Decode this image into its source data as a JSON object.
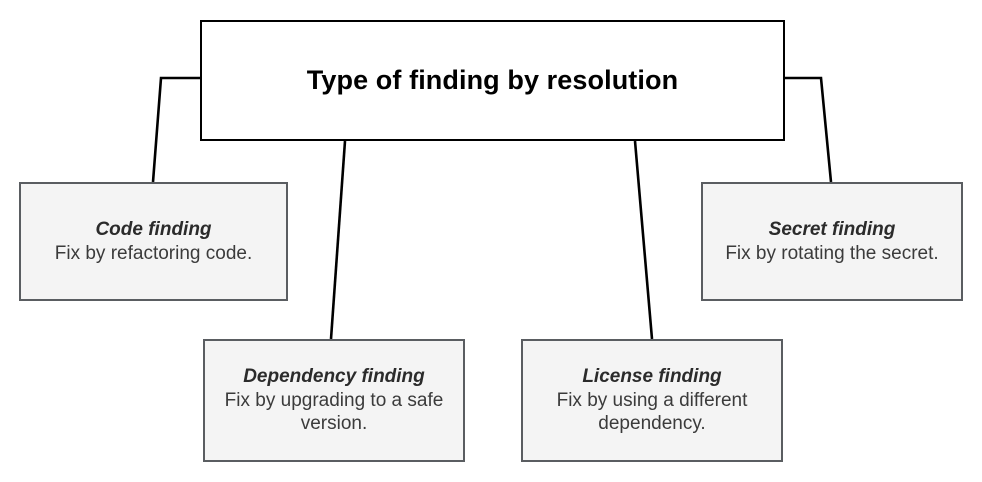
{
  "diagram": {
    "type": "hierarchy-tree",
    "background_color": "#ffffff",
    "root": {
      "title": "Type of finding by resolution",
      "border_color": "#000000",
      "fill_color": "#ffffff"
    },
    "children": [
      {
        "title": "Code finding",
        "description": "Fix by refactoring code.",
        "border_color": "#5a5d61",
        "fill_color": "#f4f4f4"
      },
      {
        "title": "Dependency finding",
        "description": "Fix by upgrading to a safe version.",
        "border_color": "#5a5d61",
        "fill_color": "#f4f4f4"
      },
      {
        "title": "License finding",
        "description": "Fix by using a different dependency.",
        "border_color": "#5a5d61",
        "fill_color": "#f4f4f4"
      },
      {
        "title": "Secret finding",
        "description": "Fix by rotating the secret.",
        "border_color": "#5a5d61",
        "fill_color": "#f4f4f4"
      }
    ],
    "connector_color": "#000000"
  }
}
